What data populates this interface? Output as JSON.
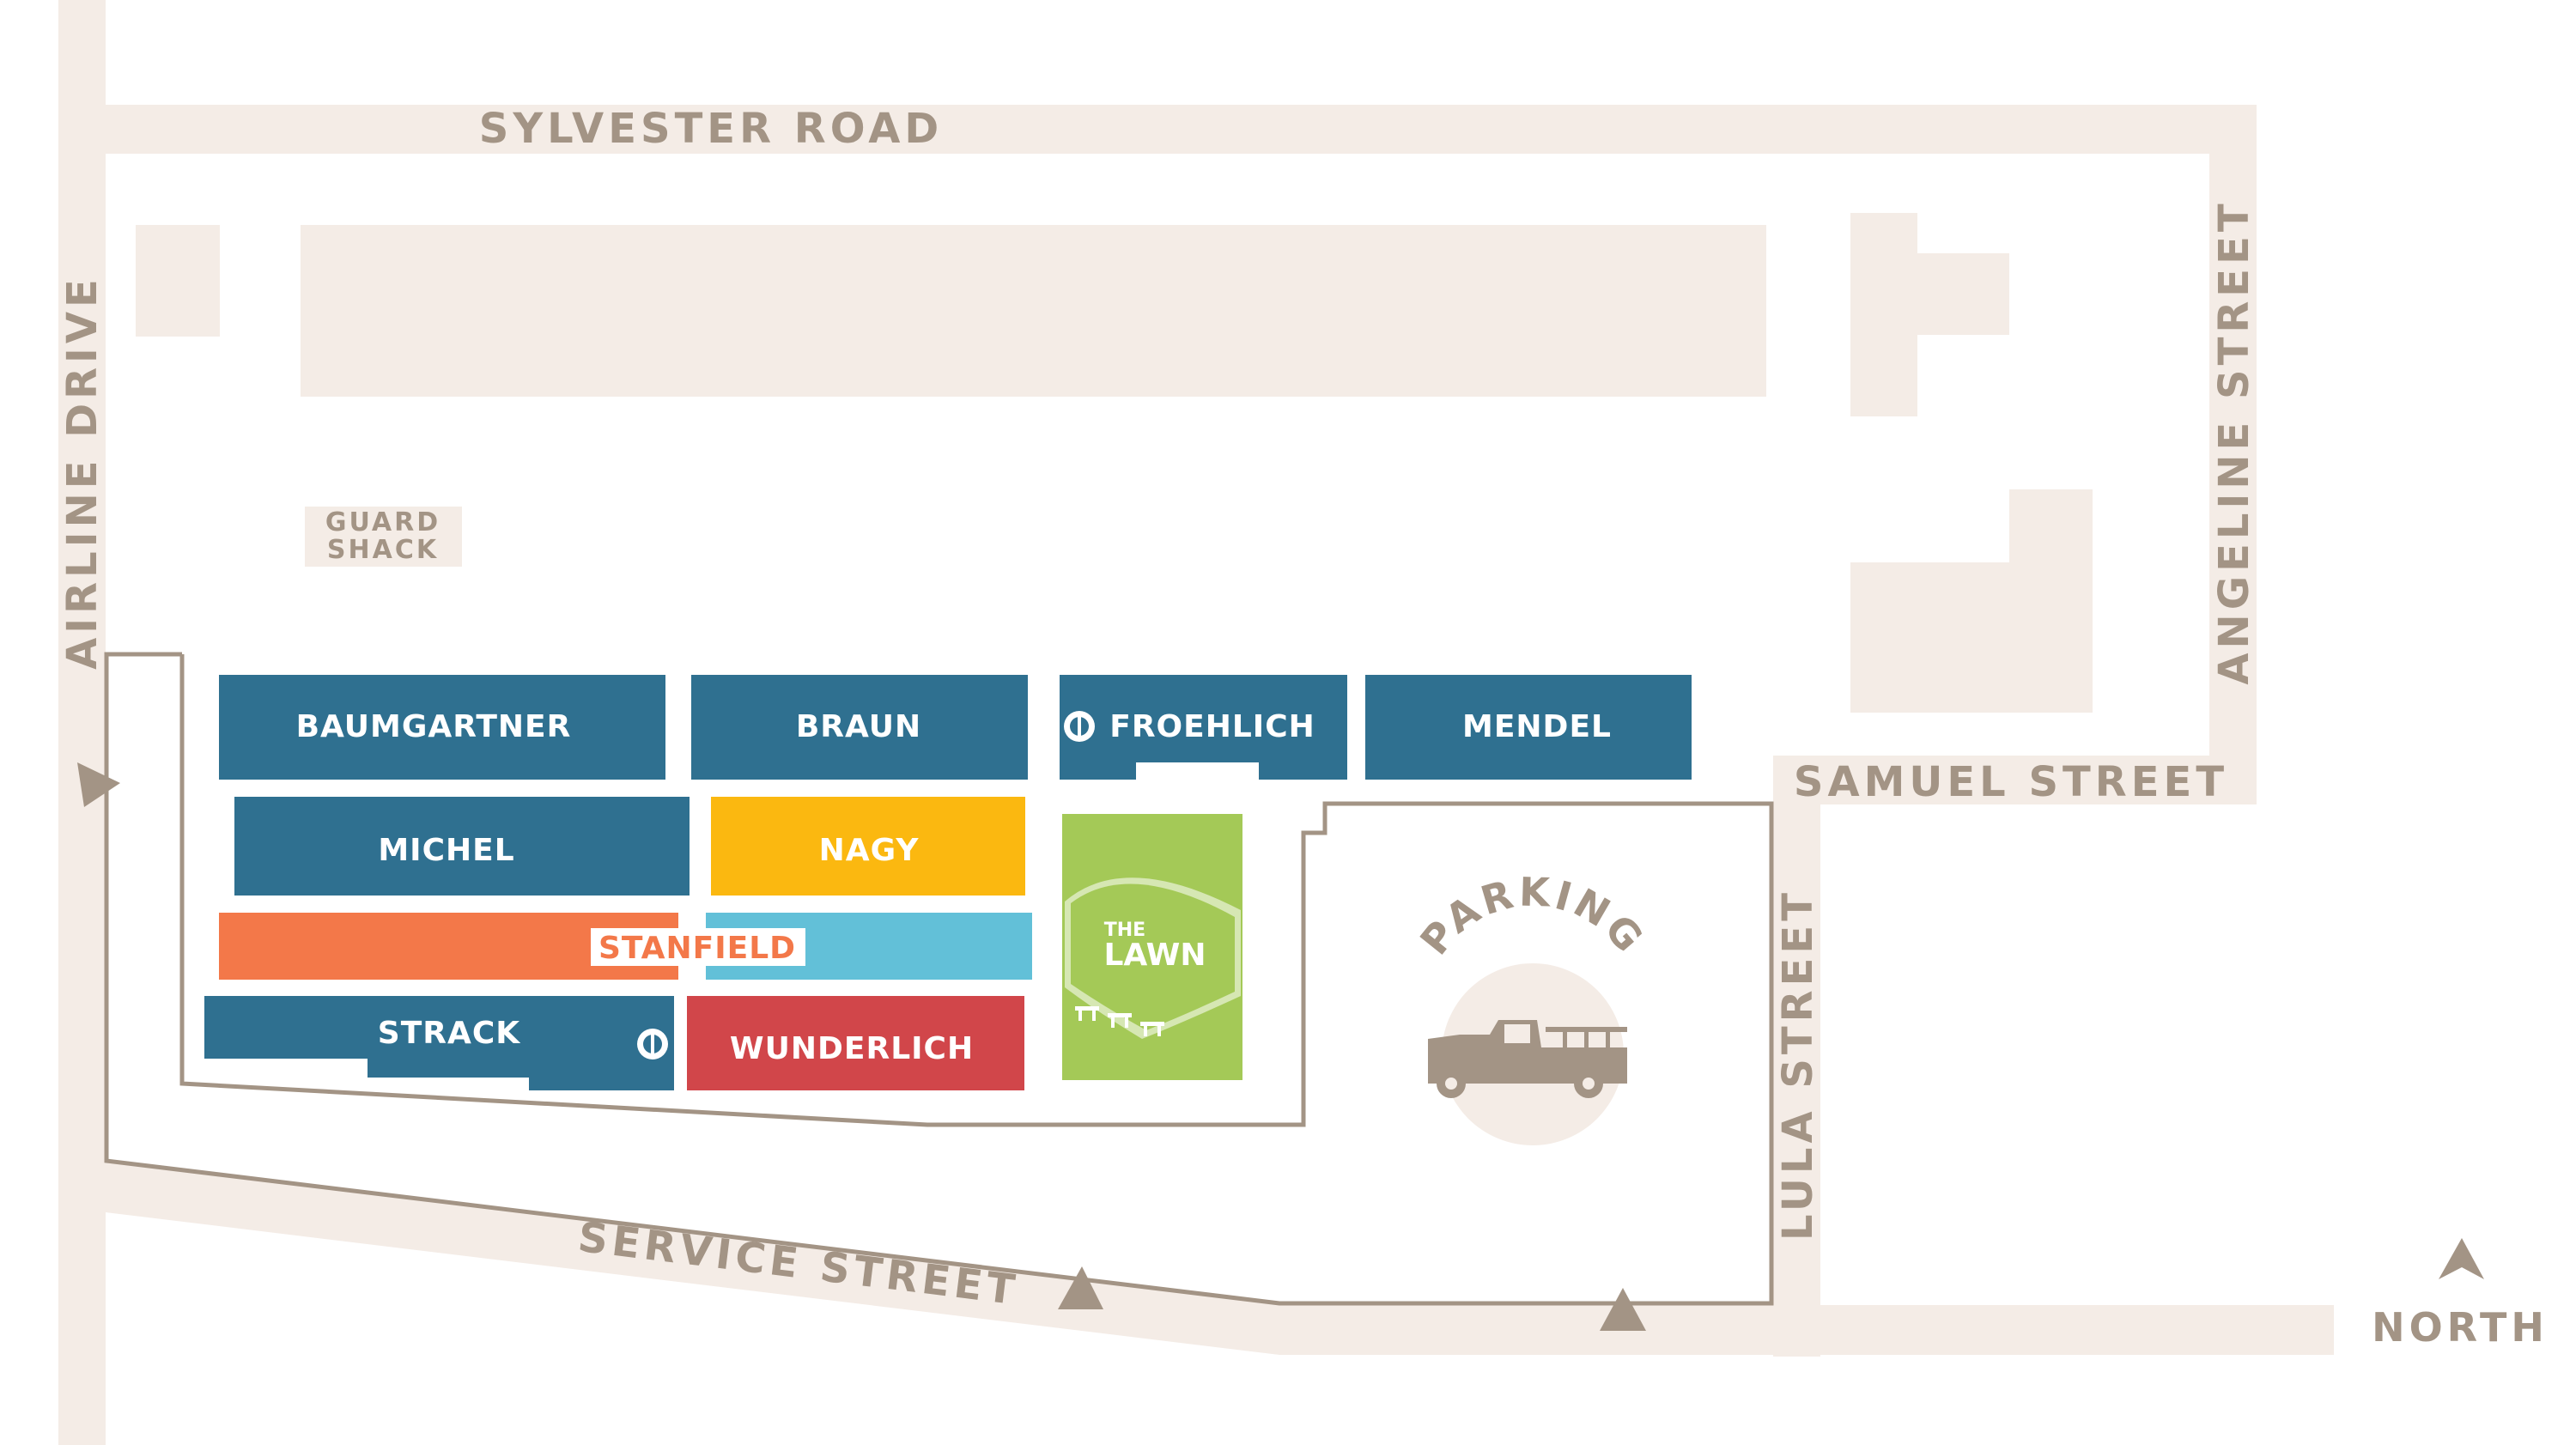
{
  "streets": {
    "sylvester": "SYLVESTER ROAD",
    "airline": "AIRLINE DRIVE",
    "angeline": "ANGELINE STREET",
    "samuel": "SAMUEL STREET",
    "lula": "LULA STREET",
    "service": "SERVICE STREET"
  },
  "guard_shack": {
    "line1": "GUARD",
    "line2": "SHACK"
  },
  "buildings": {
    "baumgartner": "BAUMGARTNER",
    "braun": "BRAUN",
    "froehlich": "FROEHLICH",
    "mendel": "MENDEL",
    "michel": "MICHEL",
    "nagy": "NAGY",
    "stanfield": "STANFIELD",
    "strack": "STRACK",
    "wunderlich": "WUNDERLICH"
  },
  "lawn": {
    "line1": "THE",
    "line2": "LAWN"
  },
  "parking": "PARKING",
  "compass": "NORTH",
  "colors": {
    "road": "#f4ece6",
    "outline": "#a39485",
    "teal": "#2f7090",
    "yellow": "#fbb810",
    "orange": "#f37849",
    "light_blue": "#62c0d8",
    "red": "#d1464a",
    "green": "#a4c957"
  }
}
